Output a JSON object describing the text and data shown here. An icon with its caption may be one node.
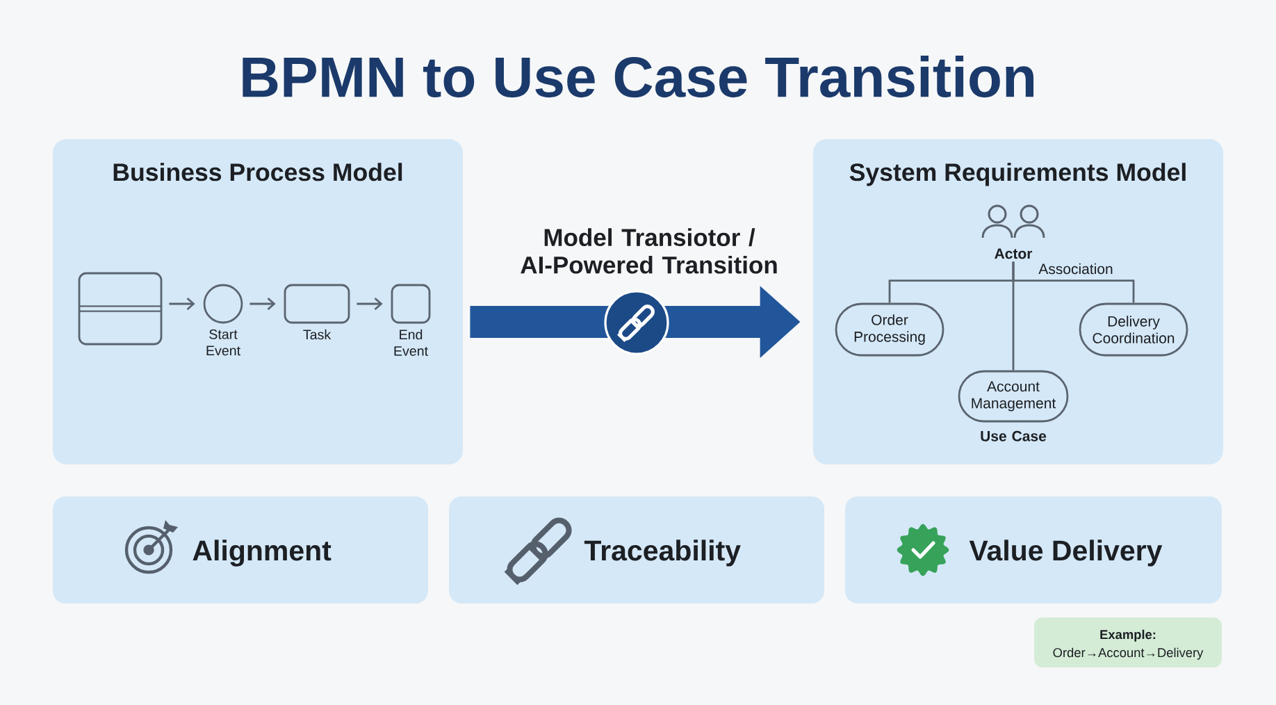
{
  "diagram": {
    "title": "BPMN to Use Case Transition",
    "nodes": [
      {
        "text": [
          "Business Process Model"
        ]
      },
      {
        "text": [],
        "shape": "box",
        "in": 0
      },
      {
        "text": [],
        "shape": "circle",
        "in": 0,
        "beside": [
          "Start Event"
        ]
      },
      {
        "text": [],
        "shape": "box",
        "in": 0,
        "beside": [
          "Task"
        ]
      },
      {
        "text": [],
        "shape": "box",
        "in": 0,
        "beside": [
          "End Event"
        ]
      },
      {
        "text": [
          "System Requirements Model"
        ]
      },
      {
        "text": [
          "Actor"
        ],
        "in": 5
      },
      {
        "text": [
          "Order Processing"
        ],
        "in": 5
      },
      {
        "text": [
          "Delivery Coordination"
        ],
        "in": 5
      },
      {
        "text": [
          "Account Management"
        ],
        "in": 5,
        "beside": [
          "Use Case"
        ]
      },
      {
        "text": [
          "Alignment"
        ]
      },
      {
        "text": [
          "Traceability"
        ]
      },
      {
        "text": [
          "Value Delivery"
        ]
      },
      {
        "text": [
          "Example:",
          "Order→Account→Delivery"
        ]
      }
    ],
    "edges": [
      {
        "from": 1,
        "to": 2,
        "arrow": "to"
      },
      {
        "from": 2,
        "to": 3,
        "arrow": "to"
      },
      {
        "from": 3,
        "to": 4,
        "arrow": "to"
      },
      {
        "from": 0,
        "to": 5,
        "arrow": "to",
        "label": "Model Transiotor / AI-Powered Transition",
        "style": "thick",
        "color": "#21569b"
      },
      {
        "from": 6,
        "to": 7,
        "arrow": "none"
      },
      {
        "from": 6,
        "to": 8,
        "arrow": "none",
        "label": "Association"
      },
      {
        "from": 6,
        "to": 9,
        "arrow": "none"
      }
    ]
  }
}
